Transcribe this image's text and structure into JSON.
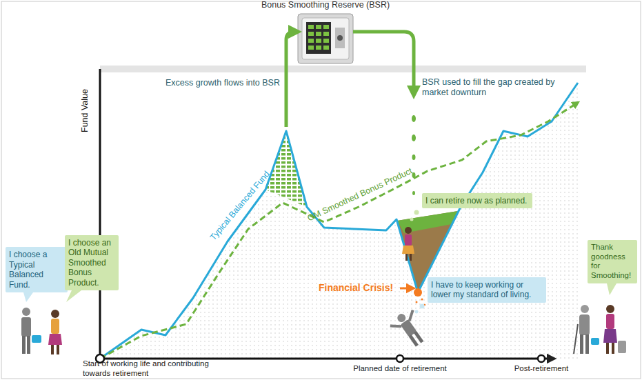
{
  "diagram": {
    "nodes": [
      {
        "text": [
          "Bonus Smoothing Reserve (BSR)"
        ]
      },
      {
        "text": [
          "I choose a Typical Balanced Fund."
        ]
      },
      {
        "text": [
          "I choose an Old Mutual Smoothed Bonus Product."
        ]
      },
      {
        "text": [
          "I can retire now as planned."
        ]
      },
      {
        "text": [
          "I have to keep working or lower my standard of living."
        ]
      },
      {
        "text": [
          "Thank goodness for Smoothing!"
        ]
      }
    ],
    "labels": [
      "Excess growth flows into BSR",
      "BSR used to fill the gap created by market downturn",
      "Fund Value",
      "Typical Balanced Fund",
      "OM Smoothed Bonus Product",
      "Financial Crisis!",
      "Start of working life and contributing towards retirement",
      "Planned date of retirement",
      "Post-retirement"
    ]
  }
}
